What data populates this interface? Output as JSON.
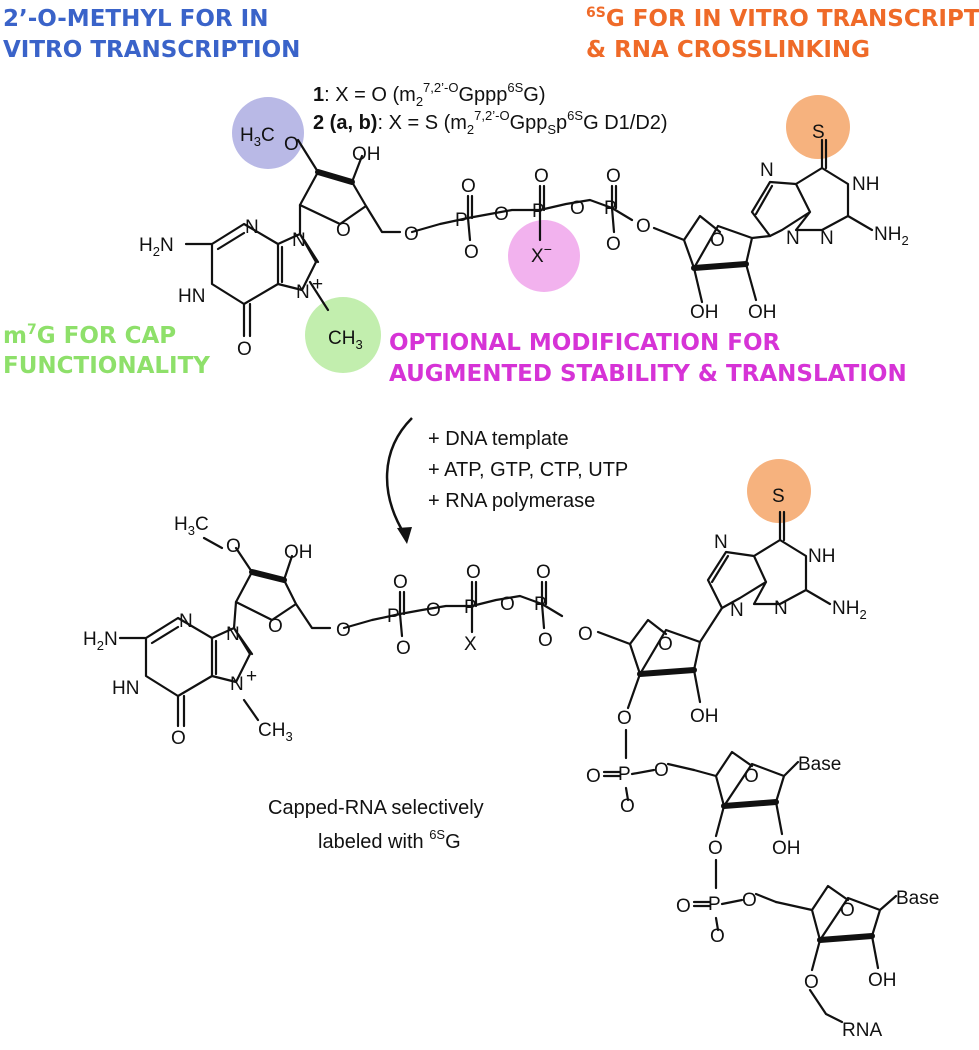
{
  "colors": {
    "blue": "#3a63c9",
    "orange": "#ef6a28",
    "green": "#8ee06a",
    "magenta": "#d633d6",
    "purple_circle": "#b9b9e6",
    "orange_circle": "#f6b27e",
    "pink_circle": "#f2b2ee",
    "green_circle": "#c2eeae"
  },
  "headings": {
    "methyl_line1": "2’-O-METHYL FOR IN",
    "methyl_line2": "VITRO TRANSCRIPTION",
    "s6g_sup": "6S",
    "s6g_line1": "G FOR IN VITRO TRANSCRIPTION",
    "s6g_line2": "& RNA CROSSLINKING",
    "m7g_line1": "m",
    "m7g_sup": "7",
    "m7g_line1_rest": "G FOR CAP",
    "m7g_line2": "FUNCTIONALITY",
    "optional_line1": "OPTIONAL MODIFICATION FOR",
    "optional_line2": "AUGMENTED STABILITY & TRANSLATION"
  },
  "compounds": {
    "c1_num": "1",
    "c1_text": ": X = O (m",
    "c1_sub": "2",
    "c1_sup": "7,2’-O",
    "c1_mid": "Gppp",
    "c1_sup2": "6S",
    "c1_end": "G)",
    "c2_num": "2 (a, b)",
    "c2_text": ": X = S (m",
    "c2_sub": "2",
    "c2_sup": "7,2’-O",
    "c2_mid": "Gpp",
    "c2_sub2": "S",
    "c2_mid2": "p",
    "c2_sup2": "6S",
    "c2_end": "G D1/D2)"
  },
  "reaction": {
    "line1": "+ DNA template",
    "line2": "+ ATP, GTP, CTP, UTP",
    "line3": "+ RNA polymerase"
  },
  "product": {
    "line1": "Capped-RNA selectively",
    "line2_text": "labeled with ",
    "line2_sup": "6S",
    "line2_end": "G"
  },
  "atoms": {
    "S": "S",
    "NH": "NH",
    "H2N_main": "H",
    "H2N_sub": "2",
    "H2N_N": "N",
    "N": "N",
    "HN": "HN",
    "O": "O",
    "OH": "OH",
    "H3C_H": "H",
    "H3C_sub": "3",
    "H3C_C": "C",
    "CH3_C": "CH",
    "CH3_sub": "3",
    "plus": "+",
    "NH2_N": "NH",
    "NH2_sub": "2",
    "X_minus": "X",
    "minus": "−",
    "X": "X",
    "P": "P",
    "Base": "Base",
    "RNA": "RNA",
    "O_minus": "O"
  }
}
